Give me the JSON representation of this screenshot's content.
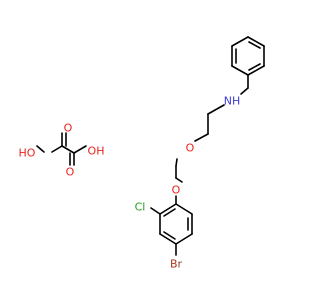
{
  "molecule": {
    "atoms": {
      "nh": {
        "text": "NH",
        "element": "N"
      },
      "o_ether_upper": {
        "text": "O",
        "element": "O"
      },
      "o_ether_lower": {
        "text": "O",
        "element": "O"
      },
      "cl": {
        "text": "Cl",
        "element": "Cl"
      },
      "br": {
        "text": "Br",
        "element": "Br"
      },
      "oxalic_ho": {
        "text": "HO",
        "element": "O"
      },
      "oxalic_oh": {
        "text": "OH",
        "element": "O"
      },
      "oxalic_o_top": {
        "text": "O",
        "element": "O"
      },
      "oxalic_o_bottom": {
        "text": "O",
        "element": "O"
      }
    },
    "colors": {
      "N": "#3b3bd6",
      "O": "#e8231e",
      "Cl": "#1fa11f",
      "Br": "#a5381e",
      "C": "#000000"
    }
  }
}
